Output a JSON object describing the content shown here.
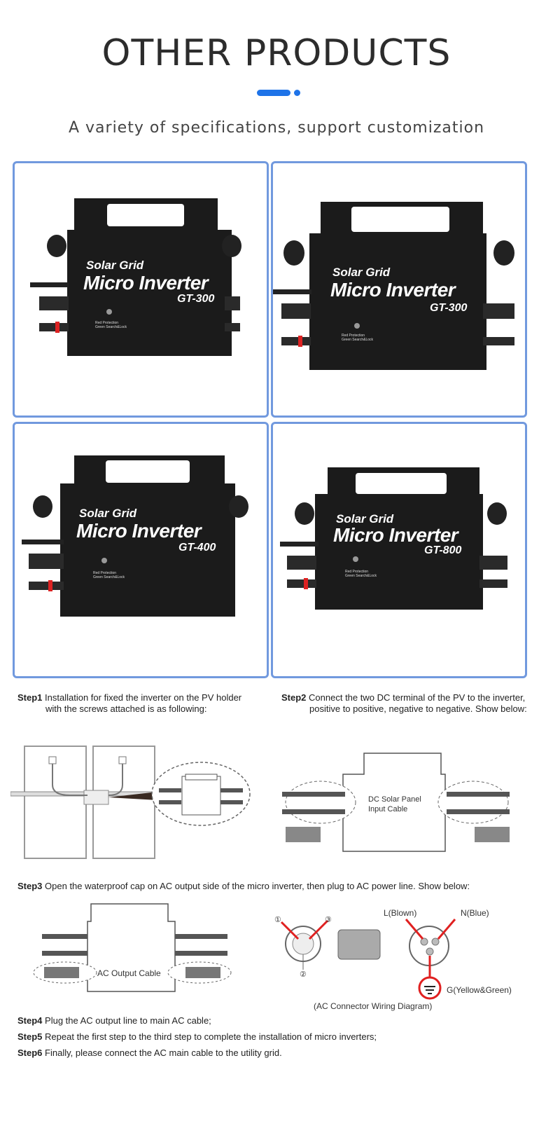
{
  "header": {
    "title": "OTHER PRODUCTS",
    "subtitle": "A variety of specifications, support customization"
  },
  "products": [
    {
      "brand": "Solar Grid",
      "name": "Micro Inverter",
      "model": "GT-300",
      "note1": "Red Protection",
      "note2": "Green Search&Lock"
    },
    {
      "brand": "Solar Grid",
      "name": "Micro Inverter",
      "model": "GT-300",
      "note1": "Red Protection",
      "note2": "Green Search&Lock"
    },
    {
      "brand": "Solar Grid",
      "name": "Micro Inverter",
      "model": "GT-400",
      "note1": "Red Protection",
      "note2": "Green Search&Lock"
    },
    {
      "brand": "Solar Grid",
      "name": "Micro Inverter",
      "model": "GT-800",
      "note1": "Red Protection",
      "note2": "Green Search&Lock"
    }
  ],
  "steps": [
    {
      "label": "Step1",
      "line1": "Installation for fixed the inverter on the PV holder",
      "line2": "with the screws attached is as following:"
    },
    {
      "label": "Step2",
      "line1": "Connect the two DC terminal of the PV to the inverter,",
      "line2": "positive to positive, negative to negative. Show below:"
    },
    {
      "label": "Step3",
      "line1": "Open the waterproof cap on AC output side of the micro inverter, then plug to AC power line. Show below:"
    },
    {
      "label": "Step4",
      "line1": "Plug the AC output line to main AC cable;"
    },
    {
      "label": "Step5",
      "line1": "Repeat the first step to the third step to complete the installation of micro inverters;"
    },
    {
      "label": "Step6",
      "line1": "Finally, please connect the AC main cable to the utility grid."
    }
  ],
  "diagrams": {
    "dc_input_label_1": "DC Solar Panel",
    "dc_input_label_2": "Input Cable",
    "ac_output_label": "AC Output Cable",
    "connector_l": "L(Blown)",
    "connector_n": "N(Blue)",
    "connector_g": "G(Yellow&Green)",
    "connector_caption": "(AC Connector Wiring Diagram)",
    "pin_1": "①",
    "pin_2": "②",
    "pin_3": "③"
  },
  "colors": {
    "accent": "#1e73e8",
    "card_border": "#7199de",
    "wire_red": "#e02020"
  }
}
